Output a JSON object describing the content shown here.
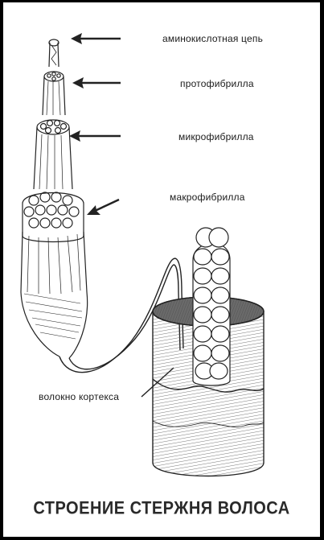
{
  "labels": {
    "amino_chain": "аминокислотная цепь",
    "protofibril": "протофибрилла",
    "microfibril": "микрофибрилла",
    "macrofibril": "макрофибрилла",
    "cortex_fiber": "волокно кортекса"
  },
  "title": "СТРОЕНИЕ СТЕРЖНЯ ВОЛОСА",
  "colors": {
    "background": "#000000",
    "panel": "#ffffff",
    "ink": "#1a1a1a"
  },
  "icons": [
    "arrow-left-icon"
  ]
}
